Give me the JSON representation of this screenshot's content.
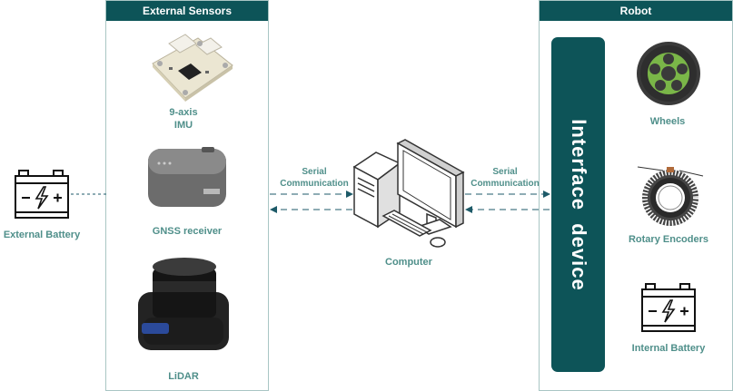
{
  "panels": {
    "external_sensors": {
      "title": "External Sensors"
    },
    "robot": {
      "title": "Robot"
    }
  },
  "nodes": {
    "imu": {
      "label_line1": "9-axis",
      "label_line2": "IMU"
    },
    "gnss": {
      "label": "GNSS receiver"
    },
    "lidar": {
      "label": "LiDAR"
    },
    "external_battery": {
      "label": "External Battery"
    },
    "computer": {
      "label": "Computer"
    },
    "interface": {
      "label": "Interface  device"
    },
    "wheels": {
      "label": "Wheels"
    },
    "encoders": {
      "label": "Rotary Encoders"
    },
    "internal_battery": {
      "label": "Internal Battery"
    }
  },
  "links": {
    "left": {
      "line1": "Serial",
      "line2": "Communication"
    },
    "right": {
      "line1": "Serial",
      "line2": "Communication"
    }
  },
  "colors": {
    "teal_dark": "#0d5458",
    "teal_text": "#4f8f8a",
    "border": "#a9c6c4",
    "arrow": "#1d5a68"
  }
}
